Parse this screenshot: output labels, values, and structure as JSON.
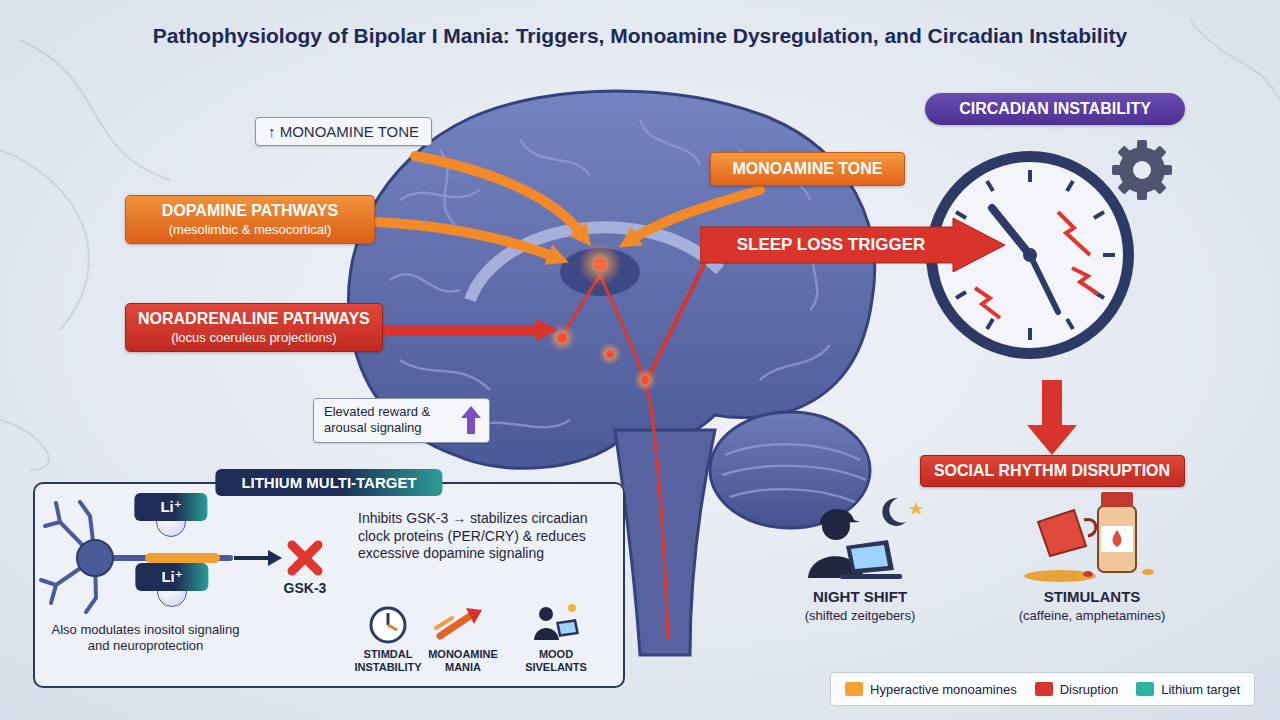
{
  "diagram": {
    "title": "Pathophysiology of Bipolar I Mania: Triggers, Monoamine Dysregulation, and Circadian Instability",
    "nodes": [
      {
        "text": [
          "↑ MONOAMINE TONE"
        ]
      },
      {
        "text": [
          "MONOAMINE TONE"
        ]
      },
      {
        "text": [
          "CIRCADIAN INSTABILITY"
        ]
      },
      {
        "text": [
          "DOPAMINE PATHWAYS",
          "(mesolimbic & mesocortical)"
        ]
      },
      {
        "text": [
          "SLEEP LOSS TRIGGER"
        ]
      },
      {
        "text": [
          "NORADRENALINE PATHWAYS",
          "(locus coeruleus projections)"
        ]
      },
      {
        "text": [
          "Elevated reward & arousal signaling"
        ]
      },
      {
        "text": [
          "SOCIAL RHYTHM DISRUPTION"
        ]
      },
      {
        "text": [
          "LITHIUM MULTI-TARGET",
          "Inhibits GSK-3 → stabilizes circadian clock proteins (PER/CRY) & reduces excessive dopamine signaling",
          "Also modulates inositol signaling and neuroprotection"
        ]
      },
      {
        "text": [
          "Li⁺"
        ],
        "in": 8
      },
      {
        "text": [
          "Li⁺"
        ],
        "in": 8
      }
    ],
    "edges": [
      {
        "from": 2,
        "to": 7,
        "arrow": "to"
      }
    ],
    "labels": [
      "GSK-3",
      "STIMDAL INSTABILITY",
      "MONOAMINE MANIA",
      "MOOD SIVELANTS",
      "NIGHT SHIFT",
      "(shifted zeitgebers)",
      "STIMULANTS",
      "(caffeine, amphetamines)"
    ],
    "legend": [
      {
        "text": "Hyperactive monoamines",
        "color": "#f5a030"
      },
      {
        "text": "Disruption",
        "color": "#d9342b"
      },
      {
        "text": "Lithium target",
        "color": "#2bb3a3"
      }
    ]
  }
}
